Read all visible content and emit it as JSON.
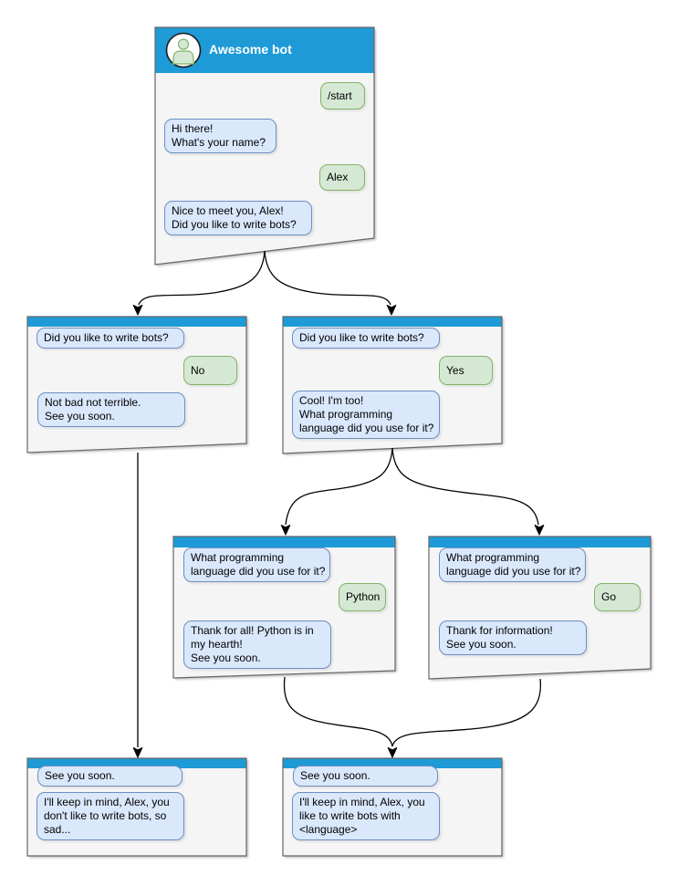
{
  "colors": {
    "header_blue": "#1e9ad6",
    "window_fill": "#f5f5f5",
    "window_border": "#666666",
    "bot_bubble_fill": "#dae8fc",
    "bot_bubble_border": "#6c8ebf",
    "user_bubble_fill": "#d5e8d4",
    "user_bubble_border": "#82b366",
    "arrow_color": "#000000",
    "title_color": "#ffffff"
  },
  "root": {
    "title": "Awesome bot",
    "user_start": "/start",
    "bot_greet": "Hi there!\nWhat's your name?",
    "user_name": "Alex",
    "bot_ask": "Nice to meet you, Alex!\nDid you like to write bots?"
  },
  "branch_no": {
    "question": "Did you like to write bots?",
    "answer": "No",
    "reply": "Not bad not terrible.\nSee you soon."
  },
  "branch_yes": {
    "question": "Did you like to write bots?",
    "answer": "Yes",
    "reply": "Cool! I'm too!\nWhat programming\nlanguage did you use for it?"
  },
  "branch_python": {
    "question": "What programming\nlanguage did you use for it?",
    "answer": "Python",
    "reply": "Thank for all! Python is in\nmy hearth!\nSee you soon."
  },
  "branch_go": {
    "question": "What programming\nlanguage did you use for it?",
    "answer": "Go",
    "reply": "Thank for information!\nSee you soon."
  },
  "end_no": {
    "question": "See you soon.",
    "reply": "I'll keep in mind, Alex, you\ndon't like to write bots, so\nsad..."
  },
  "end_yes": {
    "question": "See you soon.",
    "reply": "I'll keep in mind, Alex, you\nlike to write bots with\n<language>"
  }
}
